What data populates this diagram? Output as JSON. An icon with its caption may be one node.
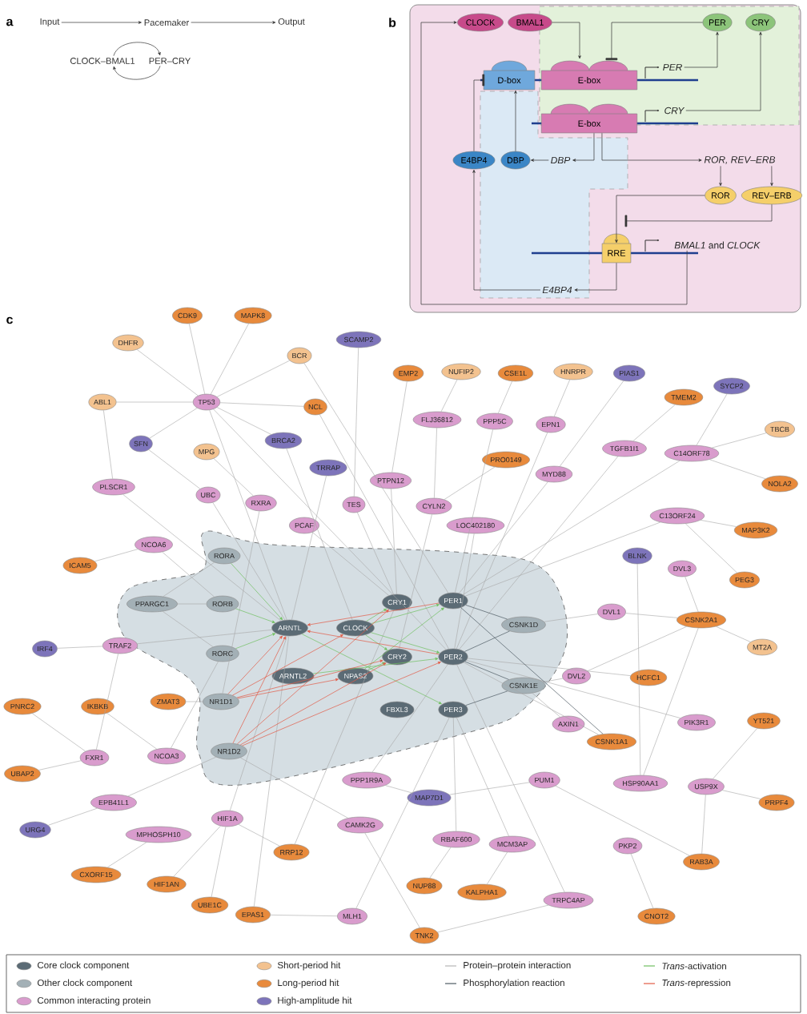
{
  "diagram": {
    "nodes": [
      {
        "text": [
          "Input"
        ]
      },
      {
        "text": [
          "Pacemaker"
        ]
      },
      {
        "text": [
          "Output"
        ]
      },
      {
        "text": [
          "CLOCK–BMAL1"
        ]
      },
      {
        "text": [
          "PER–CRY"
        ]
      },
      {
        "text": [
          "CLOCK"
        ]
      },
      {
        "text": [
          "BMAL1"
        ]
      },
      {
        "text": [
          "PER"
        ]
      },
      {
        "text": [
          "CRY"
        ]
      },
      {
        "text": [
          "D-box"
        ]
      },
      {
        "text": [
          "E-box"
        ]
      },
      {
        "text": [
          "PER"
        ]
      },
      {
        "text": [
          "E-box"
        ]
      },
      {
        "text": [
          "CRY"
        ]
      },
      {
        "text": [
          "E4BP4"
        ]
      },
      {
        "text": [
          "DBP"
        ]
      },
      {
        "text": [
          "DBP"
        ]
      },
      {
        "text": [
          "ROR, REV–ERB"
        ]
      },
      {
        "text": [
          "ROR"
        ]
      },
      {
        "text": [
          "REV–ERB"
        ]
      },
      {
        "text": [
          "RRE"
        ]
      },
      {
        "text": [
          "*BMAL1* and *CLOCK*"
        ]
      },
      {
        "text": [
          "E4BP4"
        ]
      },
      {
        "text": [
          "CDK9"
        ]
      },
      {
        "text": [
          "MAPK8"
        ]
      },
      {
        "text": [
          "DHFR"
        ]
      },
      {
        "text": [
          "SCAMP2"
        ]
      },
      {
        "text": [
          "BCR"
        ]
      },
      {
        "text": [
          "EMP2"
        ]
      },
      {
        "text": [
          "NUFIP2"
        ]
      },
      {
        "text": [
          "CSE1L"
        ]
      },
      {
        "text": [
          "HNRPR"
        ]
      },
      {
        "text": [
          "PIAS1"
        ]
      },
      {
        "text": [
          "SYCP2"
        ]
      },
      {
        "text": [
          "TMEM2"
        ]
      },
      {
        "text": [
          "ABL1"
        ]
      },
      {
        "text": [
          "TP53"
        ]
      },
      {
        "text": [
          "NCL"
        ]
      },
      {
        "text": [
          "FLJ36812"
        ]
      },
      {
        "text": [
          "PPP5C"
        ]
      },
      {
        "text": [
          "EPN1"
        ]
      },
      {
        "text": [
          "TBCB"
        ]
      },
      {
        "text": [
          "BRCA2"
        ]
      },
      {
        "text": [
          "SFN"
        ]
      },
      {
        "text": [
          "TGFB1I1"
        ]
      },
      {
        "text": [
          "C14ORF78"
        ]
      },
      {
        "text": [
          "MPG"
        ]
      },
      {
        "text": [
          "PRO0149"
        ]
      },
      {
        "text": [
          "TRRAP"
        ]
      },
      {
        "text": [
          "MYD88"
        ]
      },
      {
        "text": [
          "PTPN12"
        ]
      },
      {
        "text": [
          "NOLA2"
        ]
      },
      {
        "text": [
          "PLSCR1"
        ]
      },
      {
        "text": [
          "UBC"
        ]
      },
      {
        "text": [
          "RXRA"
        ]
      },
      {
        "text": [
          "TES"
        ]
      },
      {
        "text": [
          "CYLN2"
        ]
      },
      {
        "text": [
          "C13ORF24"
        ]
      },
      {
        "text": [
          "PCAF"
        ]
      },
      {
        "text": [
          "LOC402180"
        ]
      },
      {
        "text": [
          "MAP3K2"
        ]
      },
      {
        "text": [
          "NCOA6"
        ]
      },
      {
        "text": [
          "RORA"
        ]
      },
      {
        "text": [
          "BLNK"
        ]
      },
      {
        "text": [
          "ICAM5"
        ]
      },
      {
        "text": [
          "DVL3"
        ]
      },
      {
        "text": [
          "PEG3"
        ]
      },
      {
        "text": [
          "CRY1"
        ]
      },
      {
        "text": [
          "PER1"
        ]
      },
      {
        "text": [
          "PPARGC1"
        ]
      },
      {
        "text": [
          "RORB"
        ]
      },
      {
        "text": [
          "DVL1"
        ]
      },
      {
        "text": [
          "CSNK2A1"
        ]
      },
      {
        "text": [
          "CSNK1D"
        ]
      },
      {
        "text": [
          "ARNTL"
        ]
      },
      {
        "text": [
          "CLOCK"
        ]
      },
      {
        "text": [
          "IRF4"
        ]
      },
      {
        "text": [
          "TRAF2"
        ]
      },
      {
        "text": [
          "MT2A"
        ]
      },
      {
        "text": [
          "RORC"
        ]
      },
      {
        "text": [
          "CRY2"
        ]
      },
      {
        "text": [
          "PER2"
        ]
      },
      {
        "text": [
          "ARNTL2"
        ]
      },
      {
        "text": [
          "NPAS2"
        ]
      },
      {
        "text": [
          "DVL2"
        ]
      },
      {
        "text": [
          "HCFC1"
        ]
      },
      {
        "text": [
          "CSNK1E"
        ]
      },
      {
        "text": [
          "ZMAT3"
        ]
      },
      {
        "text": [
          "NR1D1"
        ]
      },
      {
        "text": [
          "PNRC2"
        ]
      },
      {
        "text": [
          "IKBKB"
        ]
      },
      {
        "text": [
          "FBXL3"
        ]
      },
      {
        "text": [
          "PER3"
        ]
      },
      {
        "text": [
          "PIK3R1"
        ]
      },
      {
        "text": [
          "YT521"
        ]
      },
      {
        "text": [
          "AXIN1"
        ]
      },
      {
        "text": [
          "CSNK1A1"
        ]
      },
      {
        "text": [
          "NR1D2"
        ]
      },
      {
        "text": [
          "NCOA3"
        ]
      },
      {
        "text": [
          "FXR1"
        ]
      },
      {
        "text": [
          "UBAP2"
        ]
      },
      {
        "text": [
          "PPP1R9A"
        ]
      },
      {
        "text": [
          "PUM1"
        ]
      },
      {
        "text": [
          "HSP90AA1"
        ]
      },
      {
        "text": [
          "USP9X"
        ]
      },
      {
        "text": [
          "MAP7D1"
        ]
      },
      {
        "text": [
          "EPB41L1"
        ]
      },
      {
        "text": [
          "PRPF4"
        ]
      },
      {
        "text": [
          "HIF1A"
        ]
      },
      {
        "text": [
          "CAMK2G"
        ]
      },
      {
        "text": [
          "URG4"
        ]
      },
      {
        "text": [
          "MPHOSPH10"
        ]
      },
      {
        "text": [
          "RBAF600"
        ]
      },
      {
        "text": [
          "MCM3AP"
        ]
      },
      {
        "text": [
          "PKP2"
        ]
      },
      {
        "text": [
          "RRP12"
        ]
      },
      {
        "text": [
          "RAB3A"
        ]
      },
      {
        "text": [
          "CXORF15"
        ]
      },
      {
        "text": [
          "HIF1AN"
        ]
      },
      {
        "text": [
          "NUP88"
        ]
      },
      {
        "text": [
          "KALPHA1"
        ]
      },
      {
        "text": [
          "TRPC4AP"
        ]
      },
      {
        "text": [
          "UBE1C"
        ]
      },
      {
        "text": [
          "EPAS1"
        ]
      },
      {
        "text": [
          "MLH1"
        ]
      },
      {
        "text": [
          "CNOT2"
        ]
      },
      {
        "text": [
          "TNK2"
        ]
      }
    ],
    "edges": [
      {
        "from": 0,
        "to": 1,
        "arrow": "to",
        "color": "#333333"
      },
      {
        "from": 1,
        "to": 2,
        "arrow": "to",
        "color": "#333333"
      },
      {
        "from": 3,
        "to": 4,
        "arrow": "to",
        "color": "#333333"
      },
      {
        "from": 4,
        "to": 3,
        "arrow": "to",
        "color": "#333333"
      },
      {
        "from": 6,
        "to": 10,
        "arrow": "to",
        "color": "#333333"
      },
      {
        "from": 7,
        "to": 10,
        "arrow": "other",
        "color": "#333333"
      },
      {
        "from": 11,
        "to": 7,
        "arrow": "to",
        "color": "#333333"
      },
      {
        "from": 13,
        "to": 8,
        "arrow": "to",
        "color": "#333333"
      },
      {
        "from": 12,
        "to": 16,
        "arrow": "to",
        "color": "#333333"
      },
      {
        "from": 12,
        "to": 17,
        "arrow": "to",
        "color": "#333333"
      },
      {
        "from": 16,
        "to": 15,
        "arrow": "to",
        "color": "#333333"
      },
      {
        "from": 15,
        "to": 9,
        "arrow": "to",
        "color": "#333333"
      },
      {
        "from": 14,
        "to": 9,
        "arrow": "other",
        "color": "#333333"
      },
      {
        "from": 17,
        "to": 18,
        "arrow": "to",
        "color": "#333333"
      },
      {
        "from": 17,
        "to": 19,
        "arrow": "to",
        "color": "#333333"
      },
      {
        "from": 18,
        "to": 20,
        "arrow": "to",
        "color": "#333333"
      },
      {
        "from": 19,
        "to": 20,
        "arrow": "other",
        "color": "#333333"
      },
      {
        "from": 20,
        "to": 22,
        "arrow": "to",
        "color": "#333333"
      },
      {
        "from": 22,
        "to": 14,
        "arrow": "to",
        "color": "#333333"
      },
      {
        "from": 21,
        "to": 5,
        "arrow": "to",
        "color": "#333333"
      },
      {
        "from": 36,
        "to": 23,
        "arrow": "none"
      },
      {
        "from": 36,
        "to": 24,
        "arrow": "none"
      },
      {
        "from": 36,
        "to": 25,
        "arrow": "none"
      },
      {
        "from": 36,
        "to": 27,
        "arrow": "none"
      },
      {
        "from": 36,
        "to": 35,
        "arrow": "none"
      },
      {
        "from": 36,
        "to": 37,
        "arrow": "none"
      },
      {
        "from": 36,
        "to": 43,
        "arrow": "none"
      },
      {
        "from": 36,
        "to": 42,
        "arrow": "none"
      },
      {
        "from": 36,
        "to": 74,
        "arrow": "none"
      },
      {
        "from": 36,
        "to": 81,
        "arrow": "none"
      },
      {
        "from": 35,
        "to": 52,
        "arrow": "none"
      },
      {
        "from": 43,
        "to": 53,
        "arrow": "none"
      },
      {
        "from": 46,
        "to": 54,
        "arrow": "none"
      },
      {
        "from": 27,
        "to": 68,
        "arrow": "none"
      },
      {
        "from": 37,
        "to": 81,
        "arrow": "none"
      },
      {
        "from": 26,
        "to": 55,
        "arrow": "none"
      },
      {
        "from": 55,
        "to": 67,
        "arrow": "none"
      },
      {
        "from": 28,
        "to": 50,
        "arrow": "none"
      },
      {
        "from": 29,
        "to": 38,
        "arrow": "none"
      },
      {
        "from": 38,
        "to": 56,
        "arrow": "none"
      },
      {
        "from": 30,
        "to": 39,
        "arrow": "none"
      },
      {
        "from": 39,
        "to": 68,
        "arrow": "none"
      },
      {
        "from": 31,
        "to": 40,
        "arrow": "none"
      },
      {
        "from": 40,
        "to": 81,
        "arrow": "none"
      },
      {
        "from": 32,
        "to": 49,
        "arrow": "none"
      },
      {
        "from": 49,
        "to": 68,
        "arrow": "none"
      },
      {
        "from": 33,
        "to": 45,
        "arrow": "none"
      },
      {
        "from": 34,
        "to": 44,
        "arrow": "none"
      },
      {
        "from": 41,
        "to": 45,
        "arrow": "none"
      },
      {
        "from": 51,
        "to": 45,
        "arrow": "none"
      },
      {
        "from": 45,
        "to": 68,
        "arrow": "none"
      },
      {
        "from": 44,
        "to": 81,
        "arrow": "none"
      },
      {
        "from": 47,
        "to": 56,
        "arrow": "none"
      },
      {
        "from": 48,
        "to": 74,
        "arrow": "none"
      },
      {
        "from": 42,
        "to": 75,
        "arrow": "none"
      },
      {
        "from": 50,
        "to": 67,
        "arrow": "none"
      },
      {
        "from": 53,
        "to": 74,
        "arrow": "none"
      },
      {
        "from": 54,
        "to": 88,
        "arrow": "none"
      },
      {
        "from": 52,
        "to": 74,
        "arrow": "none"
      },
      {
        "from": 58,
        "to": 67,
        "arrow": "none"
      },
      {
        "from": 56,
        "to": 80,
        "arrow": "none"
      },
      {
        "from": 59,
        "to": 81,
        "arrow": "none"
      },
      {
        "from": 57,
        "to": 60,
        "arrow": "none"
      },
      {
        "from": 57,
        "to": 68,
        "arrow": "none"
      },
      {
        "from": 66,
        "to": 57,
        "arrow": "none"
      },
      {
        "from": 63,
        "to": 103,
        "arrow": "none"
      },
      {
        "from": 65,
        "to": 72,
        "arrow": "none"
      },
      {
        "from": 71,
        "to": 72,
        "arrow": "none"
      },
      {
        "from": 71,
        "to": 73,
        "arrow": "none"
      },
      {
        "from": 72,
        "to": 78,
        "arrow": "none"
      },
      {
        "from": 84,
        "to": 72,
        "arrow": "none"
      },
      {
        "from": 84,
        "to": 86,
        "arrow": "none"
      },
      {
        "from": 85,
        "to": 81,
        "arrow": "none"
      },
      {
        "from": 61,
        "to": 64,
        "arrow": "none"
      },
      {
        "from": 61,
        "to": 70,
        "arrow": "none"
      },
      {
        "from": 69,
        "to": 62,
        "arrow": "none"
      },
      {
        "from": 69,
        "to": 70,
        "arrow": "none"
      },
      {
        "from": 69,
        "to": 79,
        "arrow": "none"
      },
      {
        "from": 76,
        "to": 77,
        "arrow": "none"
      },
      {
        "from": 77,
        "to": 99,
        "arrow": "none"
      },
      {
        "from": 77,
        "to": 74,
        "arrow": "none"
      },
      {
        "from": 89,
        "to": 99,
        "arrow": "none"
      },
      {
        "from": 99,
        "to": 100,
        "arrow": "none"
      },
      {
        "from": 90,
        "to": 98,
        "arrow": "none"
      },
      {
        "from": 87,
        "to": 88,
        "arrow": "none"
      },
      {
        "from": 106,
        "to": 110,
        "arrow": "none"
      },
      {
        "from": 106,
        "to": 97,
        "arrow": "none"
      },
      {
        "from": 111,
        "to": 117,
        "arrow": "none"
      },
      {
        "from": 108,
        "to": 118,
        "arrow": "none"
      },
      {
        "from": 108,
        "to": 122,
        "arrow": "none"
      },
      {
        "from": 108,
        "to": 115,
        "arrow": "none"
      },
      {
        "from": 108,
        "to": 74,
        "arrow": "none"
      },
      {
        "from": 109,
        "to": 97,
        "arrow": "none"
      },
      {
        "from": 109,
        "to": 126,
        "arrow": "none"
      },
      {
        "from": 126,
        "to": 121,
        "arrow": "none"
      },
      {
        "from": 123,
        "to": 124,
        "arrow": "none"
      },
      {
        "from": 123,
        "to": 74,
        "arrow": "none"
      },
      {
        "from": 124,
        "to": 92,
        "arrow": "none"
      },
      {
        "from": 101,
        "to": 105,
        "arrow": "none"
      },
      {
        "from": 101,
        "to": 81,
        "arrow": "none"
      },
      {
        "from": 105,
        "to": 102,
        "arrow": "none"
      },
      {
        "from": 102,
        "to": 116,
        "arrow": "none"
      },
      {
        "from": 114,
        "to": 125,
        "arrow": "none"
      },
      {
        "from": 112,
        "to": 119,
        "arrow": "none"
      },
      {
        "from": 112,
        "to": 92,
        "arrow": "none"
      },
      {
        "from": 113,
        "to": 120,
        "arrow": "none"
      },
      {
        "from": 113,
        "to": 92,
        "arrow": "none"
      },
      {
        "from": 121,
        "to": 81,
        "arrow": "none"
      },
      {
        "from": 104,
        "to": 94,
        "arrow": "none"
      },
      {
        "from": 104,
        "to": 107,
        "arrow": "none"
      },
      {
        "from": 104,
        "to": 116,
        "arrow": "none"
      },
      {
        "from": 93,
        "to": 81,
        "arrow": "none"
      },
      {
        "from": 103,
        "to": 72,
        "arrow": "none"
      },
      {
        "from": 95,
        "to": 86,
        "arrow": "none"
      },
      {
        "from": 96,
        "to": 81,
        "arrow": "none"
      },
      {
        "from": 115,
        "to": 67,
        "arrow": "none"
      },
      {
        "from": 98,
        "to": 79,
        "arrow": "none"
      },
      {
        "from": 73,
        "to": 68,
        "arrow": "none",
        "color": "#4d5a62"
      },
      {
        "from": 73,
        "to": 81,
        "arrow": "none",
        "color": "#4d5a62"
      },
      {
        "from": 86,
        "to": 81,
        "arrow": "none",
        "color": "#4d5a62"
      },
      {
        "from": 86,
        "to": 92,
        "arrow": "none",
        "color": "#4d5a62"
      },
      {
        "from": 96,
        "to": 68,
        "arrow": "none",
        "color": "#4d5a62"
      },
      {
        "from": 62,
        "to": 74,
        "arrow": "to",
        "color": "#6fbf5f"
      },
      {
        "from": 70,
        "to": 74,
        "arrow": "to",
        "color": "#6fbf5f"
      },
      {
        "from": 79,
        "to": 74,
        "arrow": "to",
        "color": "#6fbf5f"
      },
      {
        "from": 75,
        "to": 68,
        "arrow": "to",
        "color": "#6fbf5f"
      },
      {
        "from": 75,
        "to": 67,
        "arrow": "to",
        "color": "#6fbf5f"
      },
      {
        "from": 75,
        "to": 81,
        "arrow": "to",
        "color": "#6fbf5f"
      },
      {
        "from": 75,
        "to": 80,
        "arrow": "to",
        "color": "#6fbf5f"
      },
      {
        "from": 74,
        "to": 92,
        "arrow": "to",
        "color": "#6fbf5f"
      },
      {
        "from": 83,
        "to": 68,
        "arrow": "to",
        "color": "#6fbf5f"
      },
      {
        "from": 83,
        "to": 80,
        "arrow": "to",
        "color": "#6fbf5f"
      },
      {
        "from": 82,
        "to": 81,
        "arrow": "to",
        "color": "#6fbf5f"
      },
      {
        "from": 88,
        "to": 74,
        "arrow": "to",
        "color": "#e25a45"
      },
      {
        "from": 97,
        "to": 74,
        "arrow": "to",
        "color": "#e25a45"
      },
      {
        "from": 88,
        "to": 75,
        "arrow": "to",
        "color": "#e25a45"
      },
      {
        "from": 97,
        "to": 67,
        "arrow": "to",
        "color": "#e25a45"
      },
      {
        "from": 68,
        "to": 74,
        "arrow": "to",
        "color": "#e25a45"
      },
      {
        "from": 88,
        "to": 83,
        "arrow": "to",
        "color": "#e25a45"
      },
      {
        "from": 81,
        "to": 74,
        "arrow": "to",
        "color": "#e25a45"
      },
      {
        "from": 88,
        "to": 80,
        "arrow": "to",
        "color": "#e25a45"
      },
      {
        "from": 97,
        "to": 81,
        "arrow": "to",
        "color": "#e25a45"
      },
      {
        "from": 97,
        "to": 80,
        "arrow": "to",
        "color": "#e25a45"
      }
    ],
    "labels": [
      "a",
      "b",
      "c"
    ],
    "legend": [
      {
        "text": "Core clock component",
        "color": "#5b6b75"
      },
      {
        "text": "Short-period hit",
        "color": "#f3c28f"
      },
      {
        "text": "Protein–protein interaction"
      },
      {
        "text": "*Trans*-activation"
      },
      {
        "text": "Other clock component",
        "color": "#a3b0b6"
      },
      {
        "text": "Long-period hit",
        "color": "#e88a3c"
      },
      {
        "text": "Phosphorylation reaction"
      },
      {
        "text": "*Trans*-repression"
      },
      {
        "text": "Common interacting protein",
        "color": "#d99ccd"
      },
      {
        "text": "High-amplitude hit",
        "color": "#7d74ba"
      }
    ]
  }
}
